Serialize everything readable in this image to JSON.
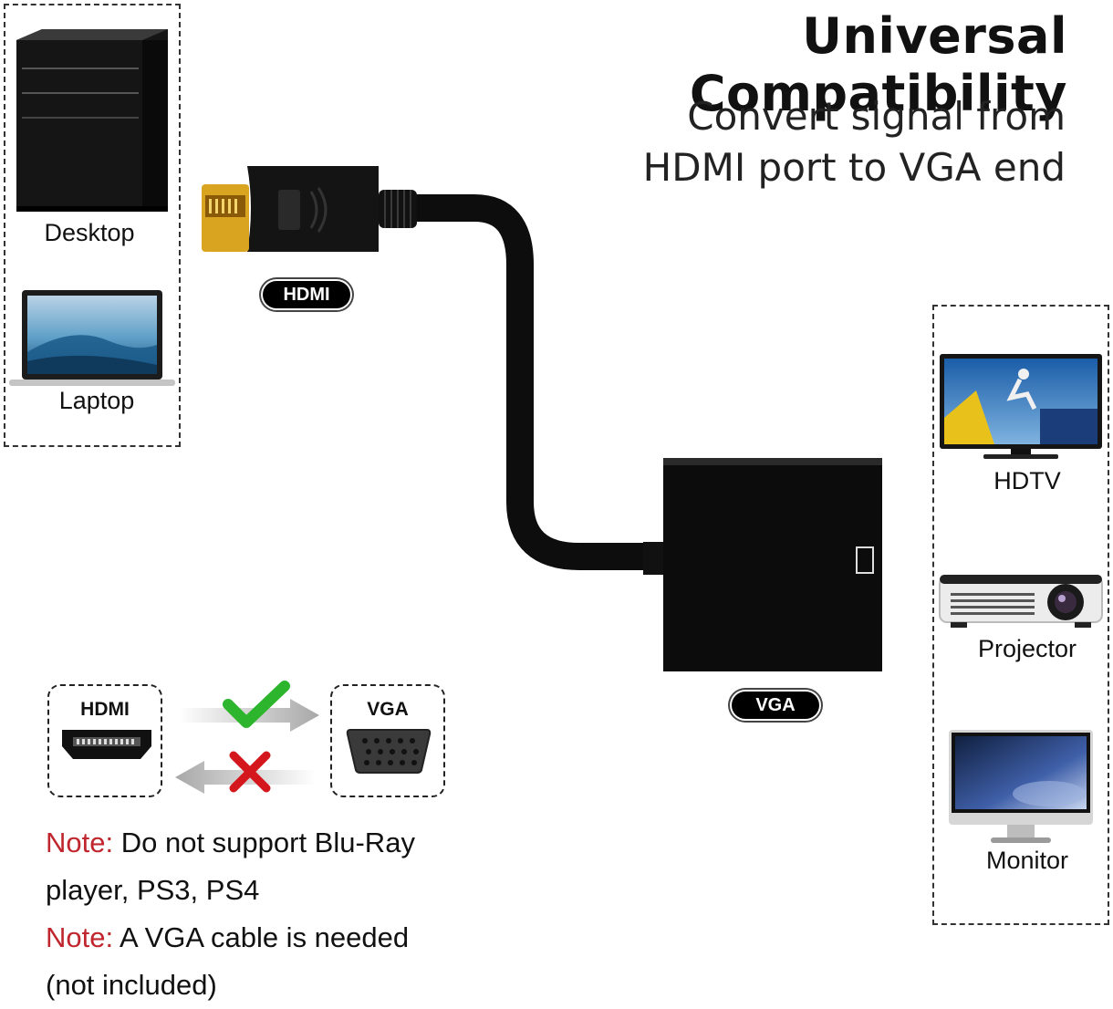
{
  "header": {
    "title": "Universal Compatibility",
    "subtitle_line1": "Convert signal from",
    "subtitle_line2": "HDMI port to VGA end"
  },
  "sources": [
    {
      "label": "Desktop"
    },
    {
      "label": "Laptop"
    }
  ],
  "cable": {
    "hdmi_tag": "HDMI",
    "vga_tag": "VGA"
  },
  "displays": [
    {
      "label": "HDTV"
    },
    {
      "label": "Projector"
    },
    {
      "label": "Monitor"
    }
  ],
  "direction_diagram": {
    "left_label": "HDMI",
    "right_label": "VGA"
  },
  "notes": [
    {
      "prefix": "Note:",
      "text": " Do not support Blu-Ray",
      "continuation": "player, PS3, PS4"
    },
    {
      "prefix": "Note:",
      "text": " A VGA cable is needed",
      "continuation": "(not included)"
    }
  ],
  "colors": {
    "note_red": "#c0262d",
    "check_green": "#2db52d",
    "cross_red": "#d4171c",
    "hdmi_gold": "#d9a520"
  }
}
